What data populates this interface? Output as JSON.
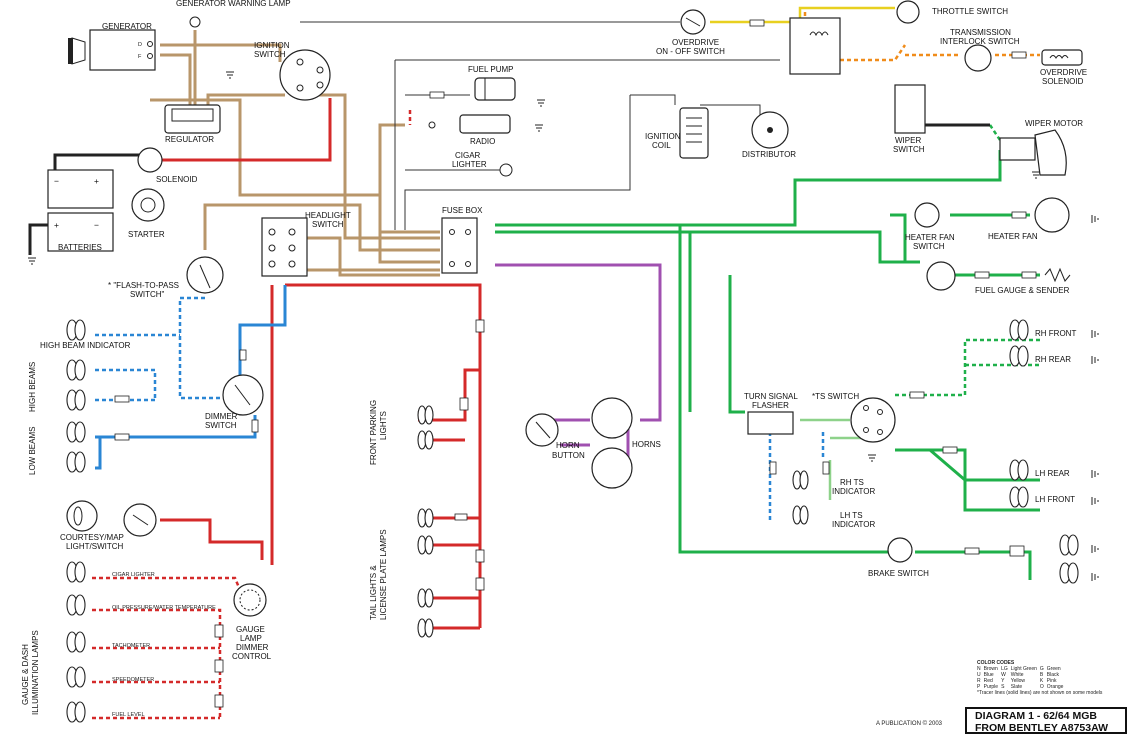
{
  "components": {
    "generator": "GENERATOR",
    "generator_warning_lamp": "GENERATOR WARNING LAMP",
    "ignition_switch": [
      "IGNITION",
      "SWITCH"
    ],
    "regulator": "REGULATOR",
    "solenoid": "SOLENOID",
    "starter": "STARTER",
    "batteries": "BATTERIES",
    "fuel_pump": "FUEL PUMP",
    "radio": "RADIO",
    "cigar_lighter": [
      "CIGAR",
      "LIGHTER"
    ],
    "fuse_box": "FUSE BOX",
    "headlight_switch": [
      "HEADLIGHT",
      "SWITCH"
    ],
    "flash_to_pass": [
      "* \"FLASH-TO-PASS",
      "SWITCH\""
    ],
    "high_beam_indicator": "HIGH BEAM INDICATOR",
    "high_beams": "HIGH BEAMS",
    "low_beams": "LOW BEAMS",
    "dimmer_switch": [
      "DIMMER",
      "SWITCH"
    ],
    "courtesy_light": [
      "COURTESY/MAP",
      "LIGHT/SWITCH"
    ],
    "gauge_lamps": [
      "GAUGE & DASH",
      "ILLUMINATION LAMPS"
    ],
    "gauge_lamp_dimmer": [
      "GAUGE",
      "LAMP",
      "DIMMER",
      "CONTROL"
    ],
    "gauge_items": [
      "CIGAR LIGHTER",
      "OIL PRESSURE/WATER TEMPERATURE",
      "TACHOMETER",
      "SPEEDOMETER",
      "FUEL LEVEL"
    ],
    "front_parking_lights": [
      "FRONT PARKING",
      "LIGHTS"
    ],
    "tail_lights": [
      "TAIL LIGHTS &",
      "LICENSE PLATE LAMPS"
    ],
    "horn_button": [
      "HORN",
      "BUTTON"
    ],
    "horns": "HORNS",
    "overdrive_switch": [
      "OVERDRIVE",
      "ON - OFF SWITCH"
    ],
    "throttle_switch": "THROTTLE SWITCH",
    "transmission_interlock": [
      "TRANSMISSION",
      "INTERLOCK SWITCH"
    ],
    "overdrive_solenoid": [
      "OVERDRIVE",
      "SOLENOID"
    ],
    "ignition_coil": [
      "IGNITION",
      "COIL"
    ],
    "distributor": "DISTRIBUTOR",
    "wiper_switch": [
      "WIPER",
      "SWITCH"
    ],
    "wiper_motor": "WIPER MOTOR",
    "heater_fan_switch": [
      "HEATER FAN",
      "SWITCH"
    ],
    "heater_fan": "HEATER FAN",
    "fuel_gauge": "FUEL GAUGE & SENDER",
    "turn_signal_flasher": [
      "TURN SIGNAL",
      "FLASHER"
    ],
    "ts_switch": "*TS SWITCH",
    "rh_front": "RH FRONT",
    "rh_rear": "RH REAR",
    "lh_rear": "LH REAR",
    "lh_front": "LH FRONT",
    "rh_ts_indicator": [
      "RH TS",
      "INDICATOR"
    ],
    "lh_ts_indicator": [
      "LH TS",
      "INDICATOR"
    ],
    "brake_switch": "BRAKE SWITCH"
  },
  "legend": {
    "title": "COLOR CODES",
    "rows": [
      [
        "N",
        "Brown",
        "LG",
        "Light Green",
        "G",
        "Green"
      ],
      [
        "U",
        "Blue",
        "W",
        "White",
        "B",
        "Black"
      ],
      [
        "R",
        "Red",
        "Y",
        "Yellow",
        "K",
        "Pink"
      ],
      [
        "P",
        "Purple",
        "S",
        "Slate",
        "O",
        "Orange"
      ]
    ],
    "note": "*Tracer lines (solid lines) are not shown on some models"
  },
  "title_block": {
    "line1": "DIAGRAM 1 - 62/64 MGB",
    "line2": "FROM BENTLEY A8753AW"
  },
  "credit": "A  PUBLICATION  © 2003",
  "wire_colors": {
    "brown": "#b8966a",
    "red": "#d42a2a",
    "blue": "#2a86d4",
    "green": "#1fb04a",
    "purple": "#a050b0",
    "yellow": "#e8d020",
    "orange": "#f08c1a",
    "black": "#222222",
    "light_green": "#8ed28a"
  }
}
